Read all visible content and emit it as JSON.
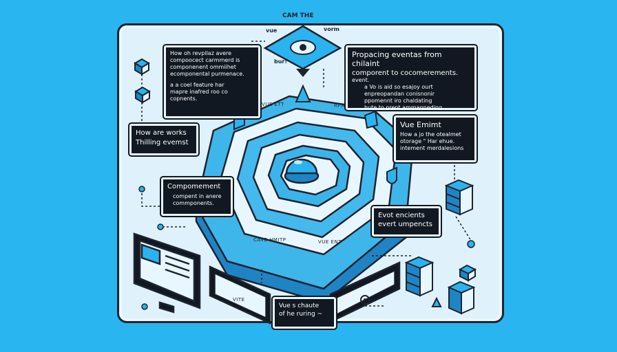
{
  "header": {
    "title": "CAM THE"
  },
  "top_tags": {
    "left": "vue",
    "right": "vorm",
    "center": "bur!"
  },
  "box_top_left": {
    "line1": "How oh revpilaz avere",
    "line2": "compoocect carmmerd is",
    "line3": "componenent ommiihet",
    "line4": "ecomponental purmenace.",
    "line5": "a a coel feature har",
    "line6": "mapre inafred roo co",
    "line7": "copnents."
  },
  "box_top_right": {
    "title": "Propacing eventas from chilaint",
    "title2": "comporent to cocomerements.",
    "line1": "event.",
    "line2": "a Vo is aid so esajoy ourt",
    "line3": "enpreopandan conisnonir",
    "line4": "ppomennt iro chaldating",
    "line5": "hute to prent ammanneding."
  },
  "box_how": {
    "line1": "How are works",
    "line2": "Thilling evemst"
  },
  "box_emit": {
    "title": "Vue Emimt",
    "line1": "How a jo the otealmet",
    "line2": "otorage \" Har ehue.",
    "line3": "intement merdalesions"
  },
  "box_component": {
    "title": "Compomement",
    "line1": "compent in anere",
    "line2": "commponents."
  },
  "box_event": {
    "line1": "Evot encients",
    "line2": "evert umpencts"
  },
  "box_bottom": {
    "line1": "Vue s chaute",
    "line2": "of he ruring ~"
  },
  "labels": {
    "vue_it": "VUE ETT",
    "rfm": "RFM",
    "cavemint": "CAVE HMITP",
    "vue_ent": "VUE ENT",
    "vite": "VITE"
  },
  "colors": {
    "background": "#29b6f0",
    "ink": "#1c2430",
    "panel": "#111821",
    "accent": "#2ab3ee"
  }
}
